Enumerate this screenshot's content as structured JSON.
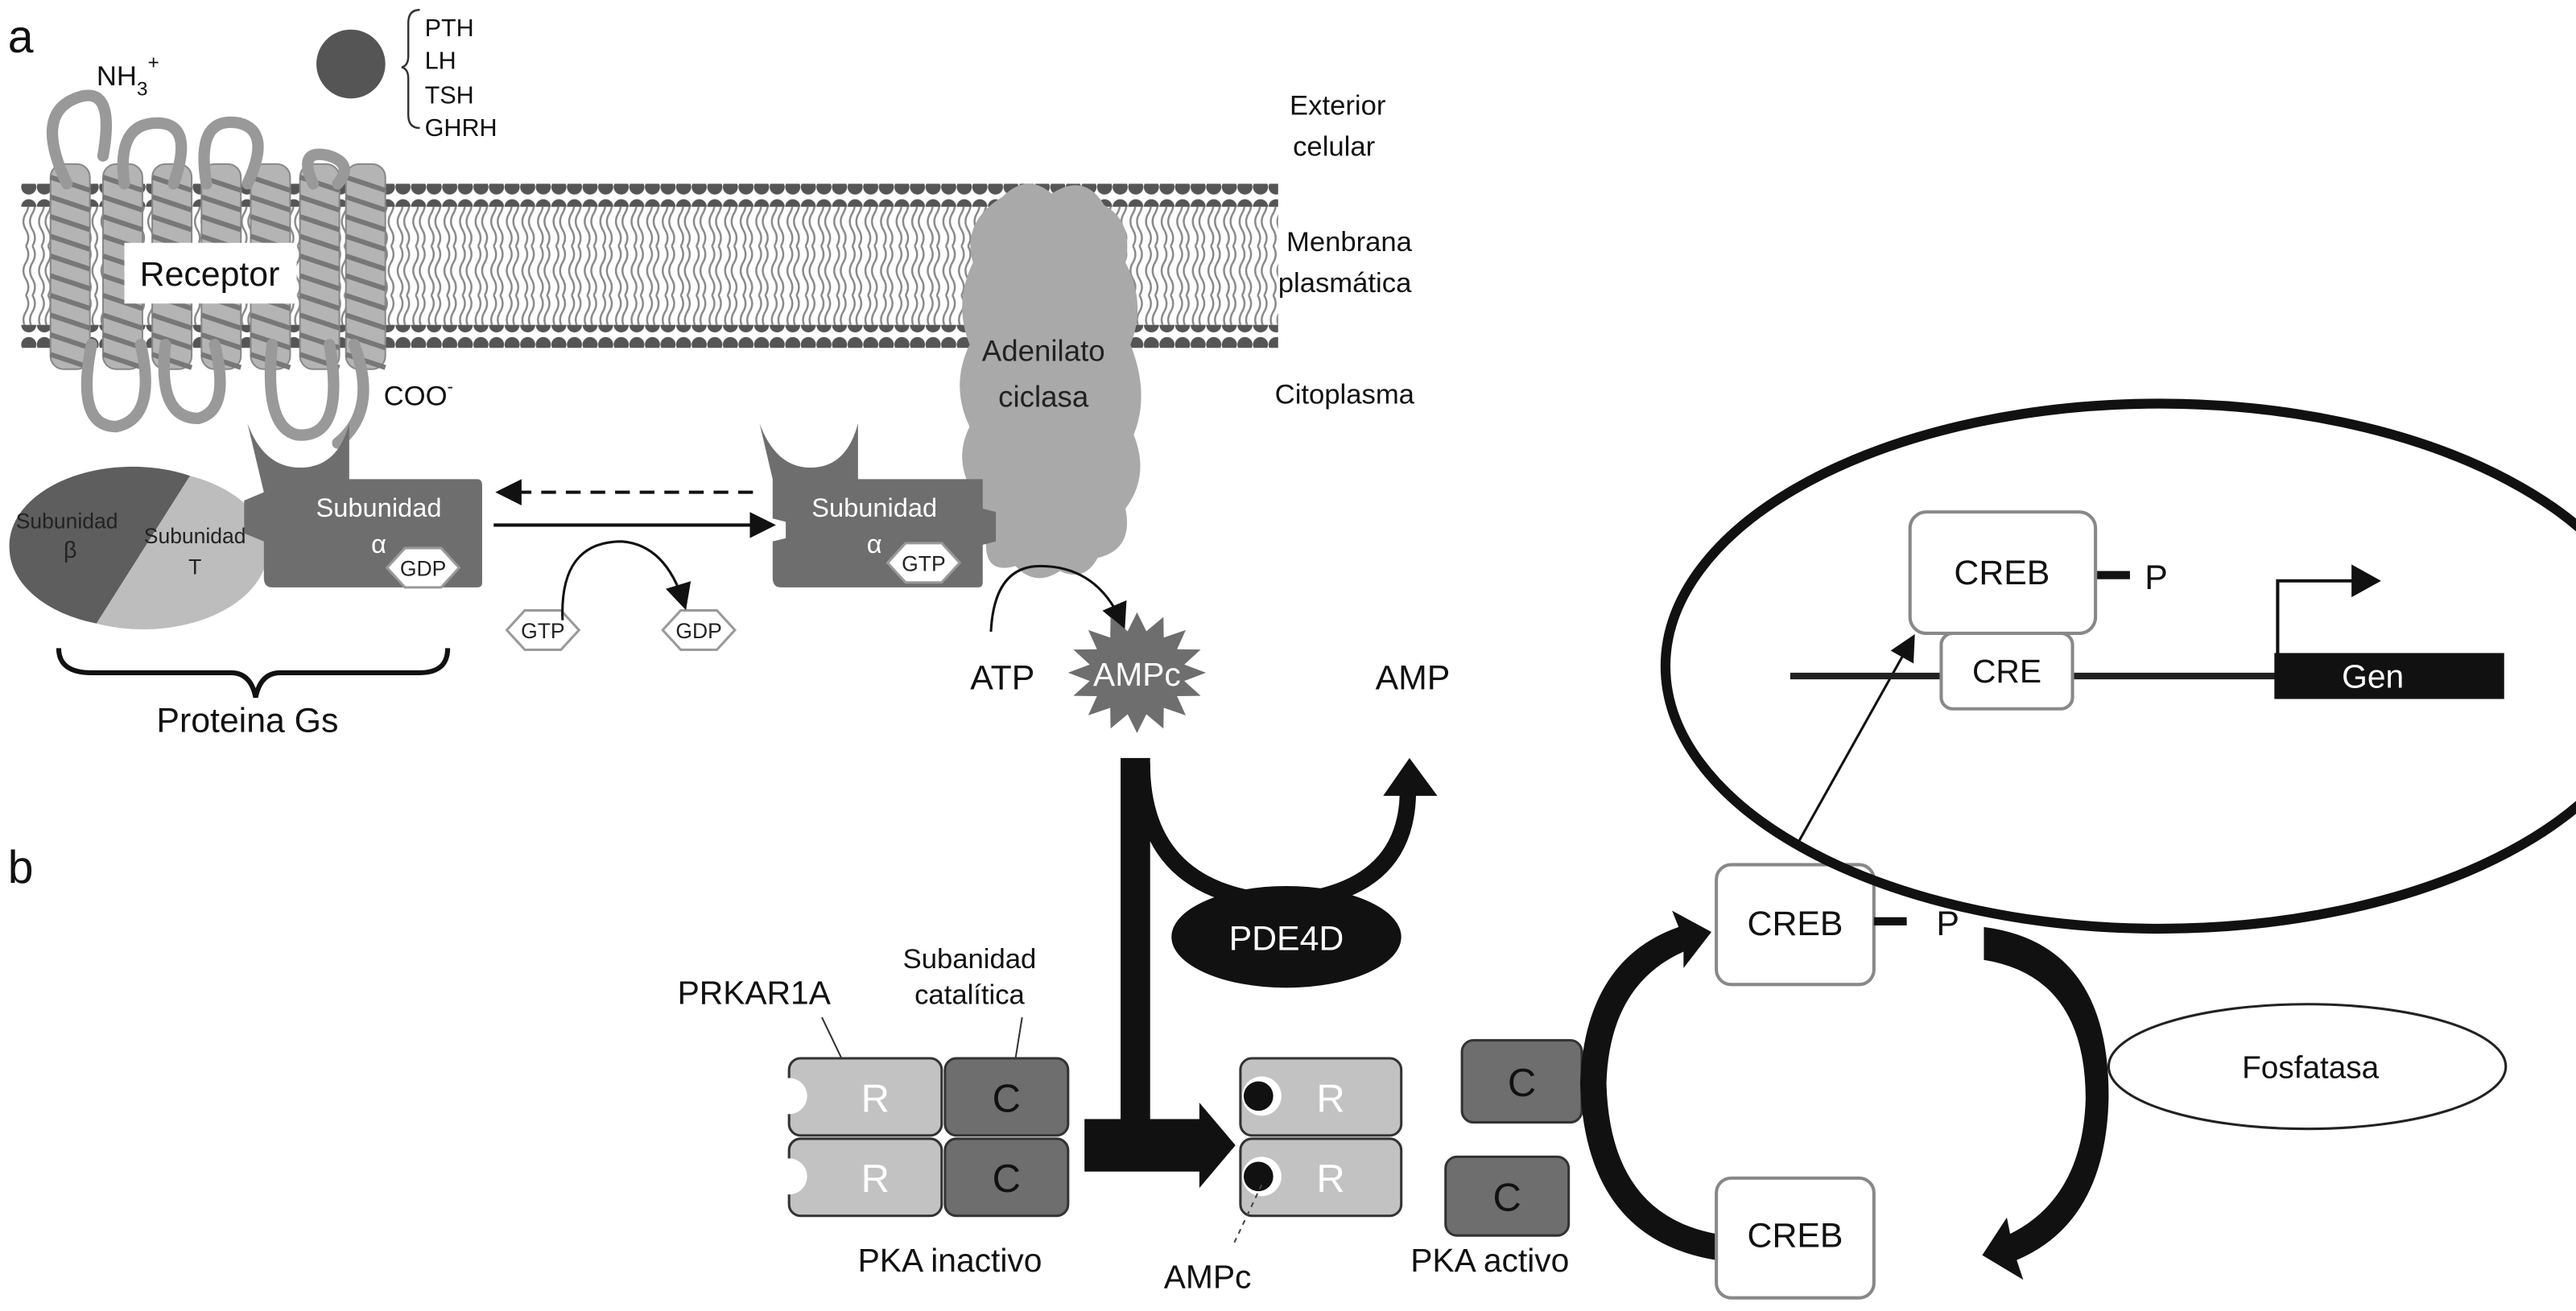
{
  "panels": {
    "a": "a",
    "b": "b"
  },
  "extracellular": {
    "nh3": "NH",
    "nh3_sub": "3",
    "nh3_sup": "+",
    "hormones": [
      "PTH",
      "LH",
      "TSH",
      "GHRH"
    ],
    "exterior": [
      "Exterior",
      "celular"
    ],
    "membrane": [
      "Menbrana",
      "plasmática"
    ],
    "cytoplasm": "Citoplasma"
  },
  "receptor": {
    "label": "Receptor",
    "coo": "COO",
    "coo_sup": "-"
  },
  "adenylate_cyclase": [
    "Adenilato",
    "ciclasa"
  ],
  "g_protein": {
    "beta": [
      "Subunidad",
      "β"
    ],
    "gamma": [
      "Subunidad",
      "T"
    ],
    "alpha_inactive": [
      "Subunidad",
      "α"
    ],
    "alpha_inactive_nucleotide": "GDP",
    "alpha_active": [
      "Subunidad",
      "α"
    ],
    "alpha_active_nucleotide": "GTP",
    "exchange_in": "GTP",
    "exchange_out": "GDP",
    "group_label": "Proteina Gs"
  },
  "camp": {
    "atp": "ATP",
    "ampc": "AMPc",
    "amp": "AMP",
    "pde": "PDE4D"
  },
  "pka": {
    "prkar1a": "PRKAR1A",
    "catalytic": [
      "Subanidad",
      "catalítica"
    ],
    "r": "R",
    "c": "C",
    "inactive": "PKA inactivo",
    "ampc": "AMPc",
    "active": "PKA activo"
  },
  "creb": {
    "creb": "CREB",
    "p": "P",
    "phosphatase": "Fosfatasa",
    "cre": "CRE",
    "gene": "Gen"
  },
  "colors": {
    "dark": "#5e5e5e",
    "medium": "#6e6e6e",
    "light": "#bdbdbd",
    "cyclase": "#a9a9a9",
    "black": "#111111"
  }
}
